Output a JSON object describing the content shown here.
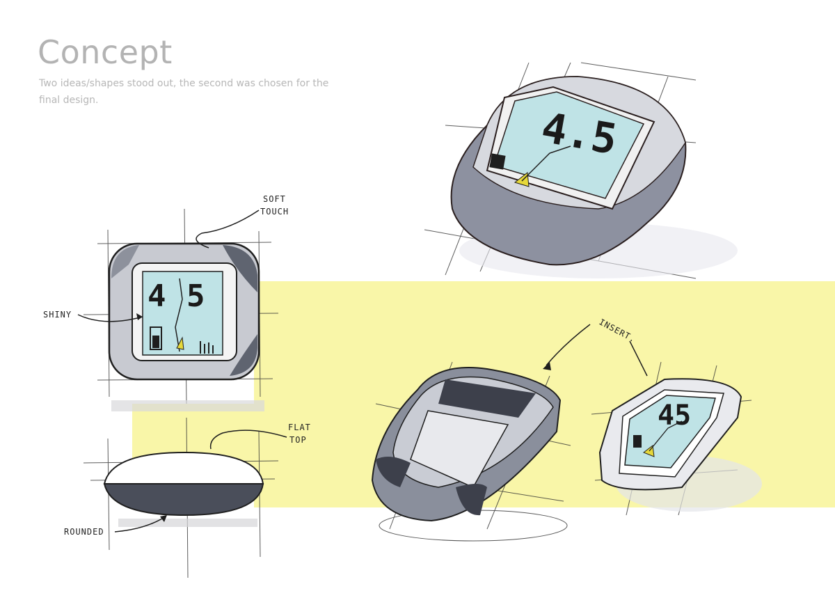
{
  "page": {
    "title": "Concept",
    "subtitle": "Two ideas/shapes stood out, the second was chosen for the final design."
  },
  "annotations": {
    "soft_touch_line1": "SOFT",
    "soft_touch_line2": "TOUCH",
    "shiny": "SHINY",
    "flat_top_line1": "FLAT",
    "flat_top_line2": "TOP",
    "rounded": "ROUNDED",
    "insert": "INSERT."
  },
  "display": {
    "time_readout": "4.5",
    "small_readout": "4:5"
  },
  "colors": {
    "highlight_band": "#f9f6a8",
    "screen": "#bfe3e6",
    "casing_dark": "#7a7f8c",
    "casing_light": "#d7d9df",
    "ink": "#1e1e1e",
    "heading": "#b3b3b3"
  }
}
